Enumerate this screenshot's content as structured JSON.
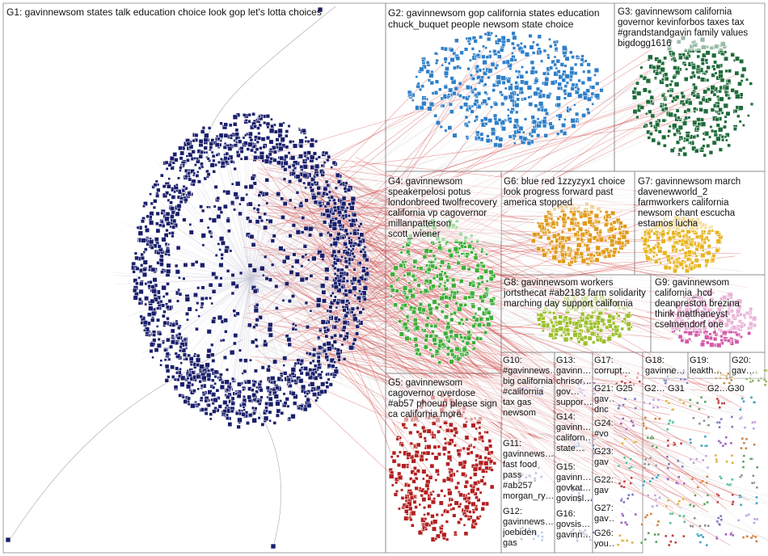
{
  "groups": {
    "g1": "G1: gavinnewsom states talk education choice look gop let's lotta choices",
    "g2": "G2: gavinnewsom gop california states education chuck_buquet people newsom state choice",
    "g3": "G3: gavinnewsom california governor kevinforbos taxes tax #grandstandgavin family values bigdogg1616",
    "g4": "G4: gavinnewsom speakerpelosi potus londonbreed twolfrecovery california vp cagovernor millanpatterson scott_wiener",
    "g5": "G5: gavinnewsom cagovernor overdose #ab57 phoeun please sign ca california more",
    "g6": "G6: blue red 1zzyzyx1 choice look progress forward past america stopped",
    "g7": "G7: gavinnewsom march davenewworld_2 farmworkers california newsom chant escucha estamos lucha",
    "g8": "G8: gavinnewsom workers jortsthecat #ab2183 farm solidarity marching day support california",
    "g9": "G9: gavinnewsom california_hcd deanpreston brezina think matthaneyst cselmendorf one agrobbonta let's",
    "g10": "G10: #gavinnews… big california #california tax gas newsom",
    "g11": "G11: gavinnews… fast food pass #ab257 morgan_ry…",
    "g12": "G12: gavinnews… joebiden gas",
    "g13": "G13: gavinn… chrisor… gov… suppor…",
    "g14": "G14: gavinn… californ… state…",
    "g15": "G15: gavinn… govkat… govinsl…",
    "g16": "G16: govsis… gavinn…",
    "g17": "G17: corrupt…",
    "g18": "G18: gavinne…",
    "g19": "G19: leakth…",
    "g20": "G20: gav…",
    "g21": "G21: gav… dnc",
    "g22": "G22: gav",
    "g23": "G23: gav",
    "g24": "G24: #vo",
    "g25": "G25",
    "g26": "G26: you…",
    "g27": "G27: gav…",
    "g28": "G2…",
    "g29": "G2…",
    "g30": "G30",
    "g31": "G31"
  },
  "colors": {
    "g1": "#1a1f6b",
    "g2": "#2f7fc8",
    "g3": "#1f6b3a",
    "g4": "#3fae3a",
    "g5": "#b32020",
    "g6": "#e09a1a",
    "g7": "#e8b41f",
    "g8": "#9bbf2a",
    "g9": "#d25aa8",
    "small": "#7a7ac0",
    "edge": "#d44040",
    "grid": "#888888"
  }
}
